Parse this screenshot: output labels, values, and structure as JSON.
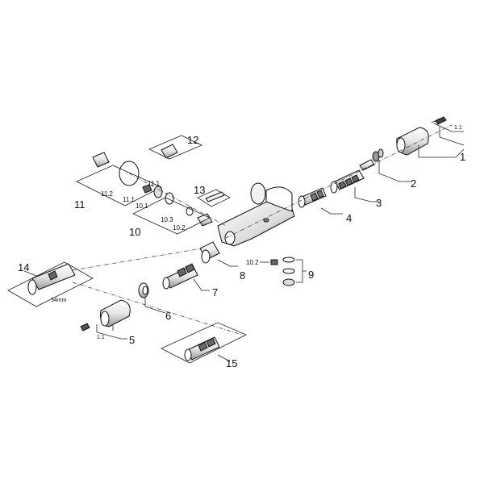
{
  "callouts": {
    "c1": "1",
    "c1_1": "1.1",
    "c2": "2",
    "c3": "3",
    "c4": "4",
    "c5": "5",
    "c5_1": "1.1",
    "c6": "6",
    "c7": "7",
    "c8": "8",
    "c9": "9",
    "c10": "10",
    "c10_1": "10.1",
    "c10_2": "10.2",
    "c10_3": "10.3",
    "c10_2b": "10.2",
    "c11": "11",
    "c11_1": "11.1",
    "c11_1b": "11.1",
    "c11_2": "11.2",
    "c12": "12",
    "c13": "13",
    "c14": "14",
    "c15": "15",
    "tool_size": "34mm"
  },
  "colors": {
    "line": "#222222",
    "fill_light": "#ffffff",
    "shade": "#d9d9d9",
    "dark": "#555555"
  }
}
